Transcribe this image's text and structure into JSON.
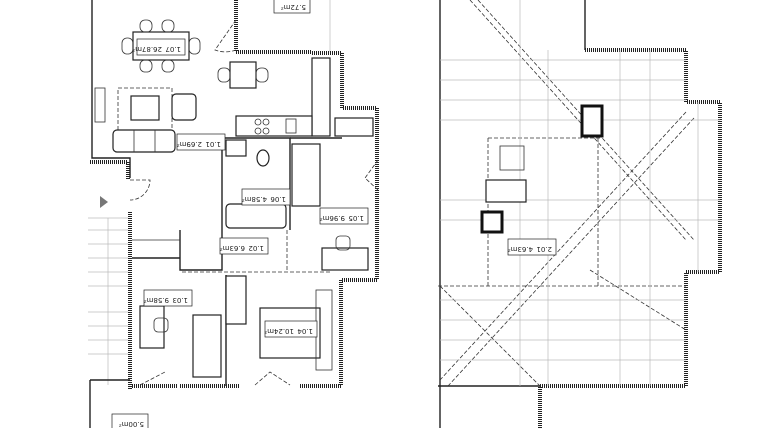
{
  "floor_plan": {
    "rooms": [
      {
        "number": "1.07",
        "area": "26.87m²"
      },
      {
        "number": "1.01",
        "area": "2.69m²"
      },
      {
        "number": "1.06",
        "area": "4.58m²"
      },
      {
        "number": "1.05",
        "area": "9.96m²"
      },
      {
        "number": "1.02",
        "area": "6.63m²"
      },
      {
        "number": "1.03",
        "area": "9.58m²"
      },
      {
        "number": "1.04",
        "area": "10.24m²"
      },
      {
        "number": "",
        "area": "5.72m²"
      },
      {
        "number": "",
        "area": "5.00m²"
      }
    ]
  },
  "roof_plan": {
    "rooms": [
      {
        "number": "2.01",
        "area": "4.63m²"
      }
    ]
  }
}
